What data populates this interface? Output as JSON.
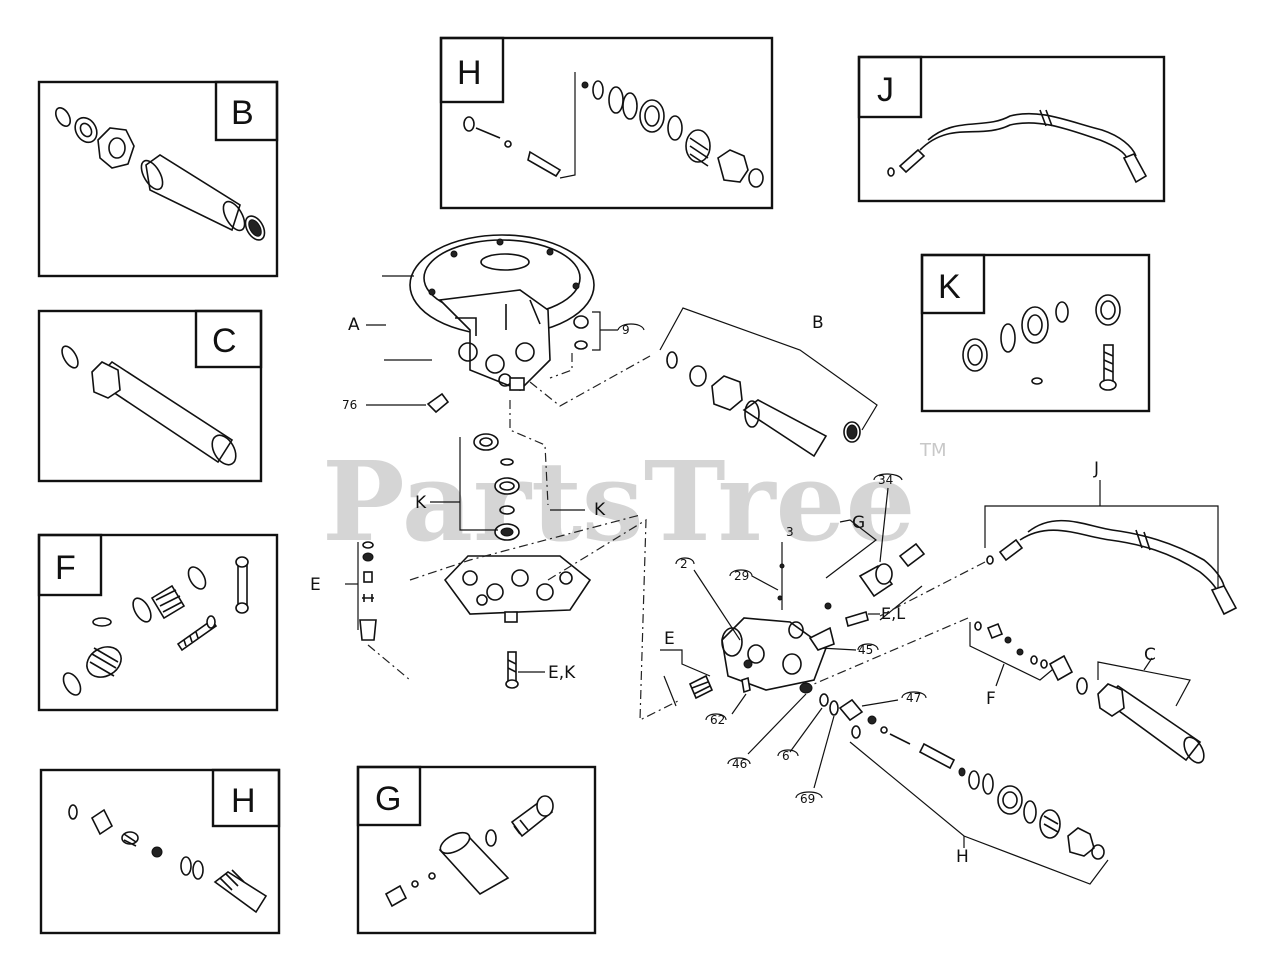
{
  "watermark": {
    "brand": "PartsTree",
    "trademark": "TM"
  },
  "inset_boxes": [
    {
      "id": "B",
      "label": "B"
    },
    {
      "id": "H-top",
      "label": "H"
    },
    {
      "id": "J",
      "label": "J"
    },
    {
      "id": "C",
      "label": "C"
    },
    {
      "id": "K",
      "label": "K"
    },
    {
      "id": "F",
      "label": "F"
    },
    {
      "id": "H-bottom",
      "label": "H"
    },
    {
      "id": "G",
      "label": "G"
    }
  ],
  "callouts": {
    "A": "A",
    "n9": "9",
    "B": "B",
    "n76": "76",
    "K_left": "K",
    "K_right": "K",
    "E_left": "E",
    "EK": "E,K",
    "n34": "34",
    "J": "J",
    "G": "G",
    "n3": "3",
    "n2": "2",
    "n29": "29",
    "EL": "E,L",
    "n45": "45",
    "E_mid": "E",
    "n47": "47",
    "F": "F",
    "C": "C",
    "n62": "62",
    "n46": "46",
    "n6": "6",
    "n69": "69",
    "H": "H"
  },
  "colors": {
    "ink": "#111111",
    "watermark": "#c8c8c8",
    "background": "#ffffff"
  }
}
